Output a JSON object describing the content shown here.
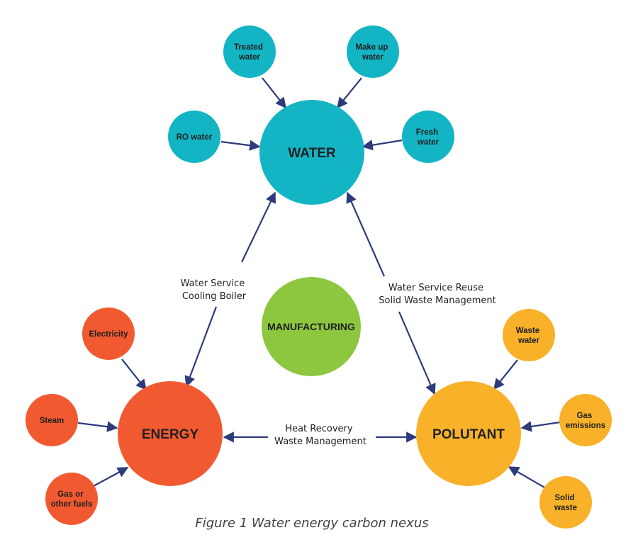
{
  "colors": {
    "water": "#13b5c4",
    "energy": "#f15a31",
    "pollutant": "#f8b128",
    "manufacturing": "#8dc63f",
    "arrow": "#2d3a7c"
  },
  "nodes": {
    "water": "WATER",
    "energy": "ENERGY",
    "pollutant": "POLUTANT",
    "manufacturing": "MANUFACTURING",
    "treated_water": [
      "Treated",
      "water"
    ],
    "make_up_water": [
      "Make up",
      "water"
    ],
    "ro_water": [
      "RO water"
    ],
    "fresh_water": [
      "Fresh",
      "water"
    ],
    "electricity": [
      "Electricity"
    ],
    "steam": [
      "Steam"
    ],
    "gas_fuels": [
      "Gas or",
      "other fuels"
    ],
    "waste_water": [
      "Waste",
      "water"
    ],
    "gas_emissions": [
      "Gas",
      "emissions"
    ],
    "solid_waste": [
      "Solid",
      "waste"
    ]
  },
  "edges": {
    "water_energy": [
      "Water Service",
      "Cooling Boiler"
    ],
    "water_pollutant": [
      "Water Service Reuse",
      "Solid Waste Management"
    ],
    "energy_pollutant": [
      "Heat Recovery",
      "Waste Management"
    ]
  },
  "caption": "Figure 1 Water energy carbon nexus"
}
